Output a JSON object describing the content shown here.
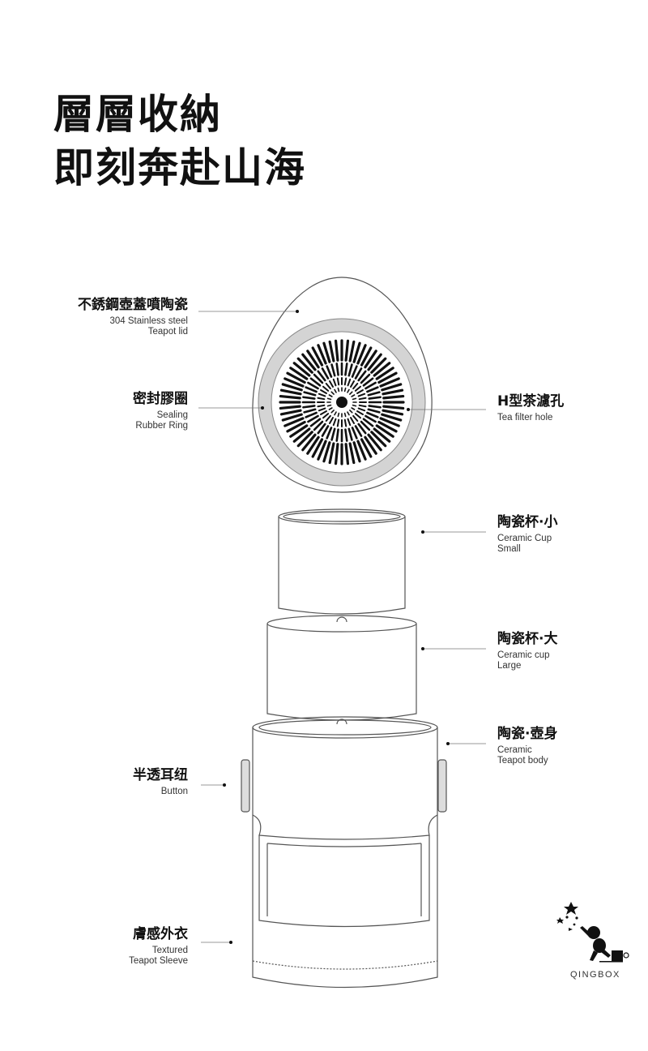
{
  "headline": {
    "line1": "層層收納",
    "line2": "即刻奔赴山海"
  },
  "labels": {
    "lid": {
      "zh": "不銹鋼壺蓋噴陶瓷",
      "en1": "304 Stainless steel",
      "en2": "Teapot lid"
    },
    "ring": {
      "zh": "密封膠圈",
      "en1": "Sealing",
      "en2": "Rubber Ring"
    },
    "filter": {
      "zh": "H型茶濾孔",
      "en1": "Tea filter hole"
    },
    "cup_small": {
      "zh": "陶瓷杯·小",
      "en1": "Ceramic Cup",
      "en2": "Small"
    },
    "cup_large": {
      "zh": "陶瓷杯·大",
      "en1": "Ceramic cup",
      "en2": "Large"
    },
    "body": {
      "zh": "陶瓷·壺身",
      "en1": "Ceramic",
      "en2": "Teapot body"
    },
    "button": {
      "zh": "半透耳纽",
      "en1": "Button"
    },
    "sleeve": {
      "zh": "膚感外衣",
      "en1": "Textured",
      "en2": "Teapot Sleeve"
    }
  },
  "brand": {
    "name": "QINGBOX"
  },
  "colors": {
    "line": "#555555",
    "ring": "#d4d4d4",
    "text": "#111111"
  }
}
